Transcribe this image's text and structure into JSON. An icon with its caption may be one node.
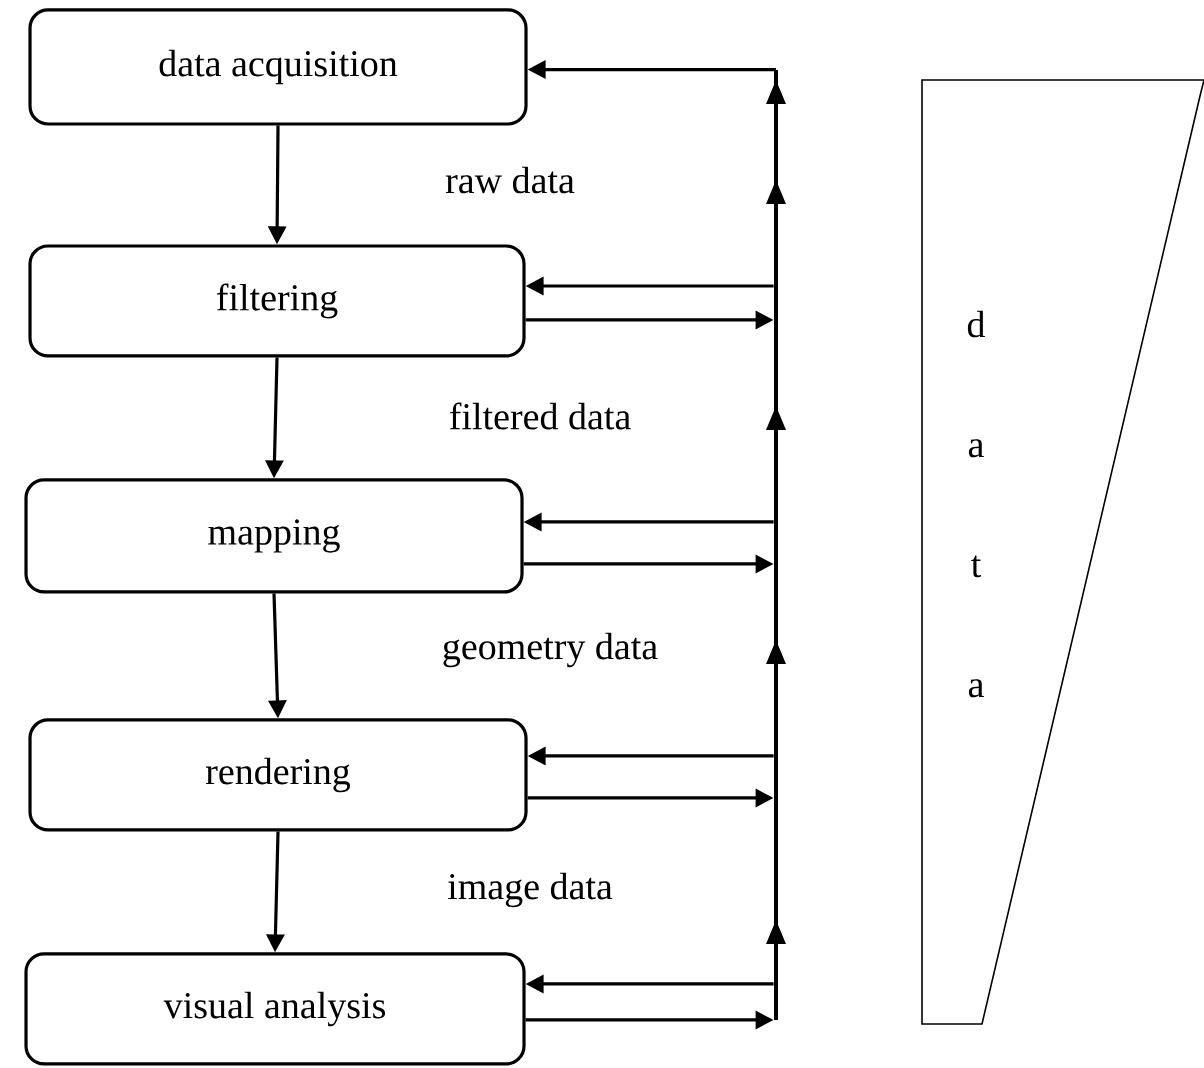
{
  "diagram": {
    "nodes": [
      {
        "text": [
          "data acquisition"
        ]
      },
      {
        "text": [
          "filtering"
        ]
      },
      {
        "text": [
          "mapping"
        ]
      },
      {
        "text": [
          "rendering"
        ]
      },
      {
        "text": [
          "visual analysis"
        ]
      },
      {
        "text": [],
        "shape": "bar"
      },
      {
        "text": [
          "d a t a"
        ]
      }
    ],
    "edges": [
      {
        "from": 0,
        "to": 1,
        "arrow": "to",
        "label": "raw data"
      },
      {
        "from": 1,
        "to": 2,
        "arrow": "to",
        "label": "filtered data"
      },
      {
        "from": 2,
        "to": 3,
        "arrow": "to",
        "label": "geometry data"
      },
      {
        "from": 3,
        "to": 4,
        "arrow": "to",
        "label": "image data"
      },
      {
        "from": 5,
        "to": 0,
        "arrow": "to"
      },
      {
        "from": 5,
        "to": 1,
        "arrow": "to"
      },
      {
        "from": 1,
        "to": 5,
        "arrow": "to"
      },
      {
        "from": 5,
        "to": 2,
        "arrow": "to"
      },
      {
        "from": 2,
        "to": 5,
        "arrow": "to"
      },
      {
        "from": 5,
        "to": 3,
        "arrow": "to"
      },
      {
        "from": 3,
        "to": 5,
        "arrow": "to"
      },
      {
        "from": 5,
        "to": 4,
        "arrow": "to"
      },
      {
        "from": 4,
        "to": 5,
        "arrow": "to"
      }
    ]
  }
}
